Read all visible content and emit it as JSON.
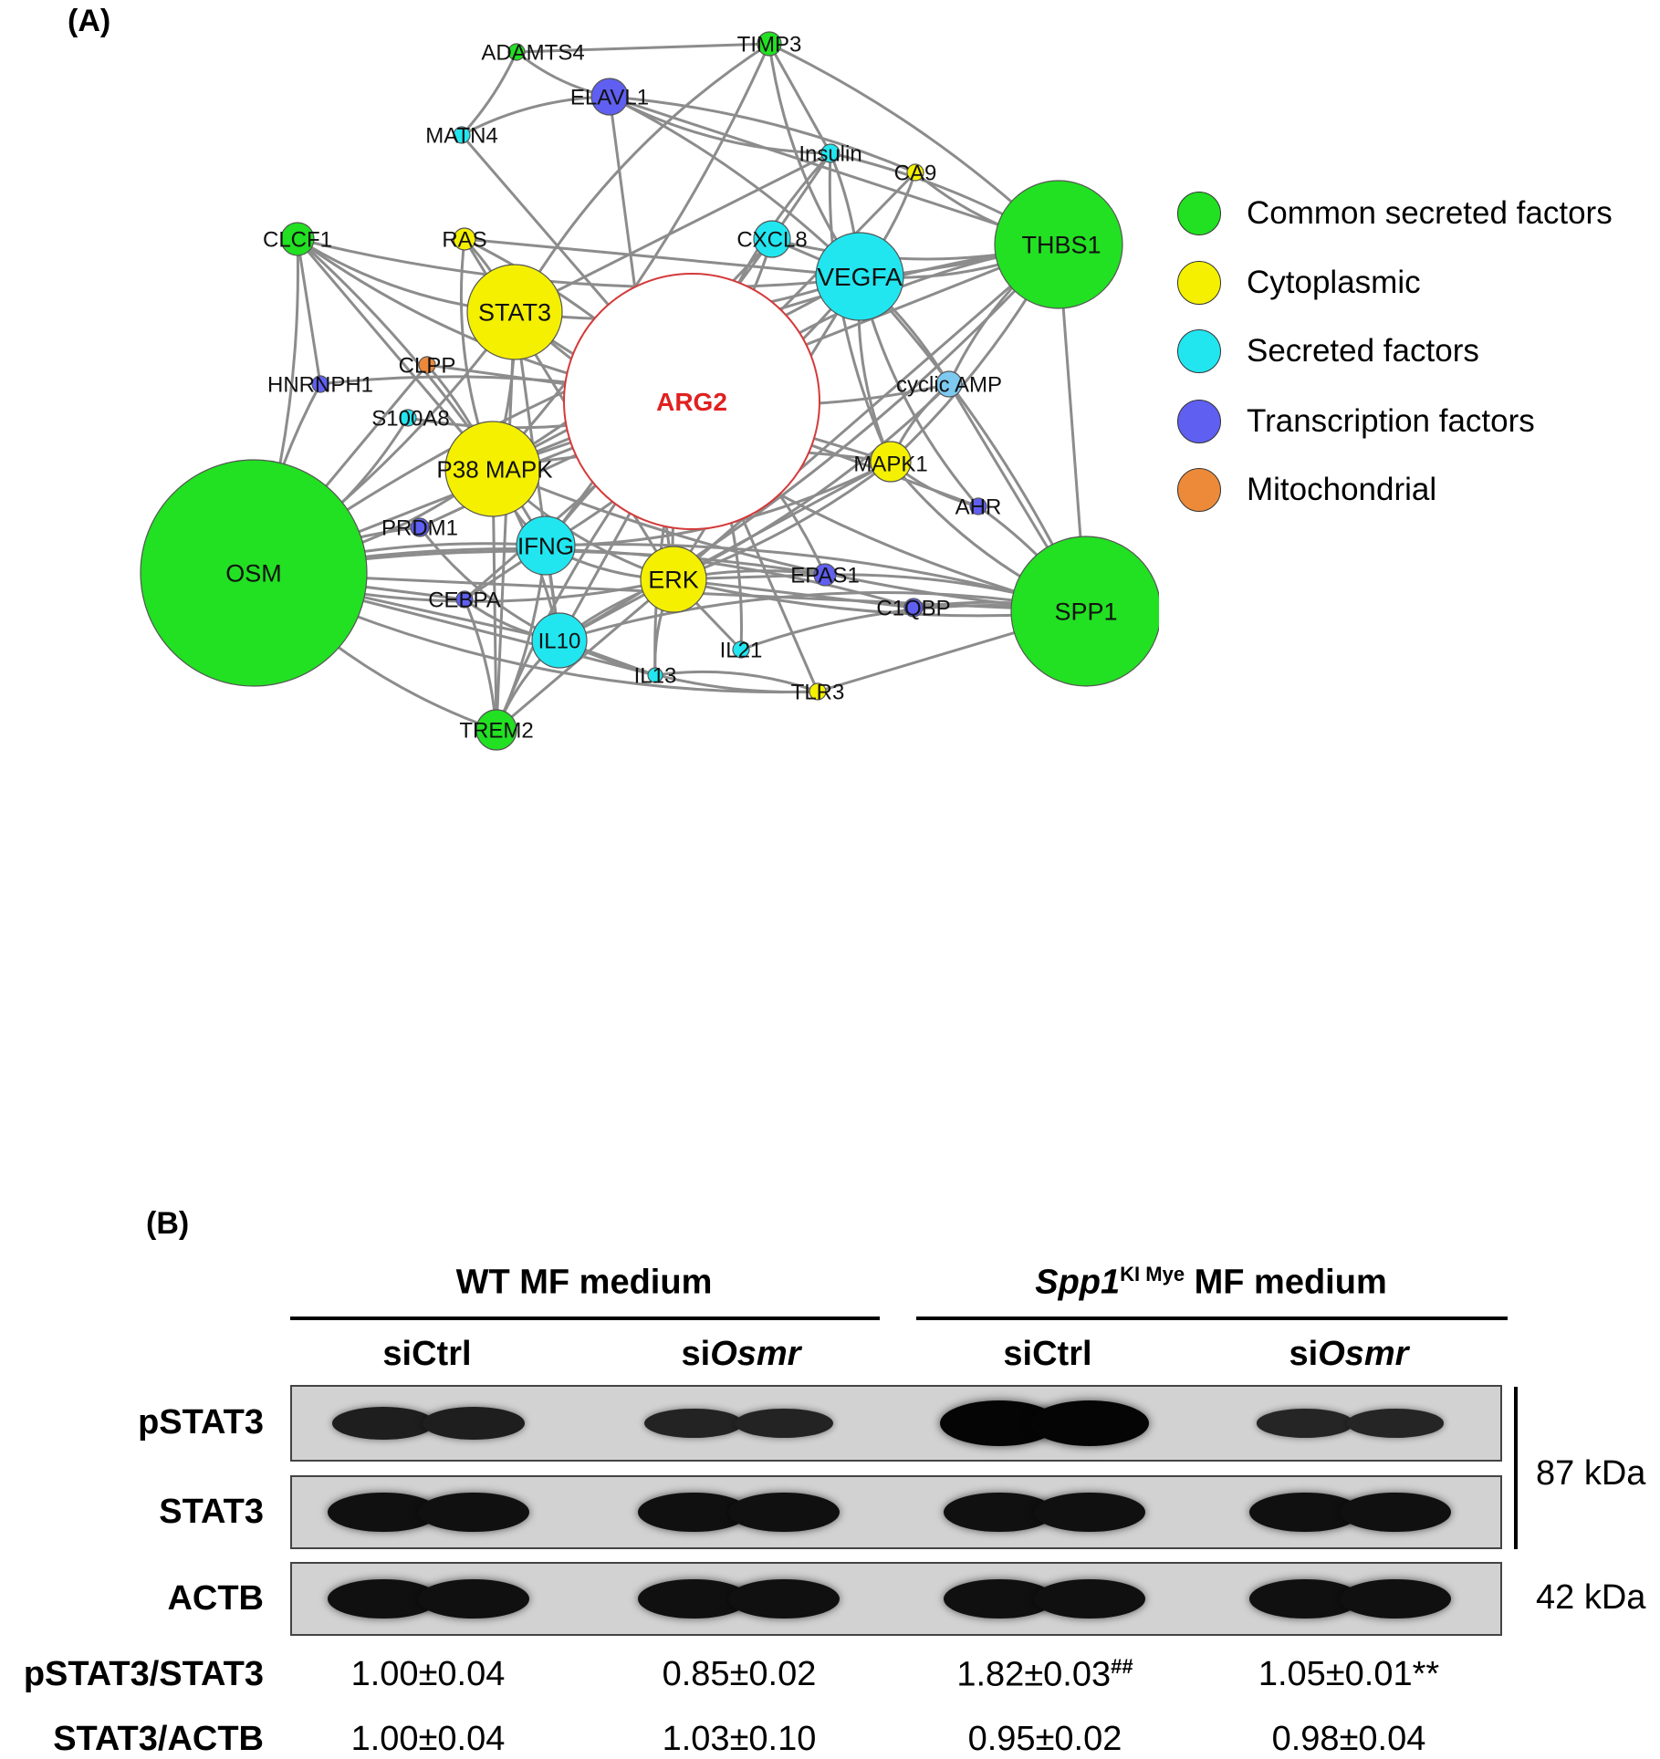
{
  "panel_a": {
    "label": "(A)",
    "center_node": "ARG2",
    "categories": {
      "common": {
        "label": "Common secreted factors",
        "color": "#22e022"
      },
      "cyto": {
        "label": "Cytoplasmic",
        "color": "#f4f000"
      },
      "secreted": {
        "label": "Secreted factors",
        "color": "#21e6f0"
      },
      "tf": {
        "label": "Transcription factors",
        "color": "#5f5ff2"
      },
      "mito": {
        "label": "Mitochondrial",
        "color": "#ec8a3a"
      }
    },
    "nodes": [
      {
        "id": "OSM",
        "label": "OSM",
        "cat": "common"
      },
      {
        "id": "THBS1",
        "label": "THBS1",
        "cat": "common"
      },
      {
        "id": "SPP1",
        "label": "SPP1",
        "cat": "common"
      },
      {
        "id": "TREM2",
        "label": "TREM2",
        "cat": "common"
      },
      {
        "id": "CLCF1",
        "label": "CLCF1",
        "cat": "common"
      },
      {
        "id": "ADAMTS4",
        "label": "ADAMTS4",
        "cat": "common"
      },
      {
        "id": "TIMP3",
        "label": "TIMP3",
        "cat": "common"
      },
      {
        "id": "STAT3",
        "label": "STAT3",
        "cat": "cyto"
      },
      {
        "id": "P38MAPK",
        "label": "P38 MAPK",
        "cat": "cyto"
      },
      {
        "id": "ERK",
        "label": "ERK",
        "cat": "cyto"
      },
      {
        "id": "RAS",
        "label": "RAS",
        "cat": "cyto"
      },
      {
        "id": "MAPK1",
        "label": "MAPK1",
        "cat": "cyto"
      },
      {
        "id": "CA9",
        "label": "CA9",
        "cat": "cyto"
      },
      {
        "id": "TLR3",
        "label": "TLR3",
        "cat": "cyto"
      },
      {
        "id": "VEGFA",
        "label": "VEGFA",
        "cat": "secreted"
      },
      {
        "id": "IFNG",
        "label": "IFNG",
        "cat": "secreted"
      },
      {
        "id": "IL10",
        "label": "IL10",
        "cat": "secreted"
      },
      {
        "id": "CXCL8",
        "label": "CXCL8",
        "cat": "secreted"
      },
      {
        "id": "Insulin",
        "label": "Insulin",
        "cat": "secreted"
      },
      {
        "id": "MATN4",
        "label": "MATN4",
        "cat": "secreted"
      },
      {
        "id": "S100A8",
        "label": "S100A8",
        "cat": "secreted"
      },
      {
        "id": "IL21",
        "label": "IL21",
        "cat": "secreted"
      },
      {
        "id": "IL13",
        "label": "IL13",
        "cat": "secreted"
      },
      {
        "id": "cAMP",
        "label": "cyclic AMP",
        "cat": "secreted"
      },
      {
        "id": "ELAVL1",
        "label": "ELAVL1",
        "cat": "tf"
      },
      {
        "id": "HNRNPH1",
        "label": "HNRNPH1",
        "cat": "tf"
      },
      {
        "id": "PRDM1",
        "label": "PRDM1",
        "cat": "tf"
      },
      {
        "id": "CEBPA",
        "label": "CEBPA",
        "cat": "tf"
      },
      {
        "id": "EPAS1",
        "label": "EPAS1",
        "cat": "tf"
      },
      {
        "id": "C1QBP",
        "label": "C1QBP",
        "cat": "tf"
      },
      {
        "id": "AHR",
        "label": "AHR",
        "cat": "tf"
      },
      {
        "id": "CLPP",
        "label": "CLPP",
        "cat": "mito"
      }
    ],
    "edges": [
      [
        "ADAMTS4",
        "ELAVL1"
      ],
      [
        "ADAMTS4",
        "MATN4"
      ],
      [
        "ADAMTS4",
        "TIMP3"
      ],
      [
        "ELAVL1",
        "Insulin"
      ],
      [
        "ELAVL1",
        "CA9"
      ],
      [
        "ELAVL1",
        "THBS1"
      ],
      [
        "ELAVL1",
        "MATN4"
      ],
      [
        "ELAVL1",
        "VEGFA"
      ],
      [
        "ELAVL1",
        "ERK"
      ],
      [
        "TIMP3",
        "VEGFA"
      ],
      [
        "TIMP3",
        "THBS1"
      ],
      [
        "TIMP3",
        "Insulin"
      ],
      [
        "TIMP3",
        "STAT3"
      ],
      [
        "TIMP3",
        "P38MAPK"
      ],
      [
        "MATN4",
        "ARG2"
      ],
      [
        "Insulin",
        "ARG2"
      ],
      [
        "Insulin",
        "VEGFA"
      ],
      [
        "Insulin",
        "CXCL8"
      ],
      [
        "Insulin",
        "MAPK1"
      ],
      [
        "Insulin",
        "THBS1"
      ],
      [
        "Insulin",
        "STAT3"
      ],
      [
        "CA9",
        "THBS1"
      ],
      [
        "CA9",
        "VEGFA"
      ],
      [
        "CA9",
        "ARG2"
      ],
      [
        "CLCF1",
        "STAT3"
      ],
      [
        "CLCF1",
        "OSM"
      ],
      [
        "CLCF1",
        "P38MAPK"
      ],
      [
        "CLCF1",
        "ARG2"
      ],
      [
        "CLCF1",
        "IFNG"
      ],
      [
        "CLCF1",
        "HNRNPH1"
      ],
      [
        "CLCF1",
        "THBS1"
      ],
      [
        "RAS",
        "ARG2"
      ],
      [
        "RAS",
        "ERK"
      ],
      [
        "RAS",
        "P38MAPK"
      ],
      [
        "RAS",
        "STAT3"
      ],
      [
        "RAS",
        "VEGFA"
      ],
      [
        "STAT3",
        "ARG2"
      ],
      [
        "STAT3",
        "OSM"
      ],
      [
        "STAT3",
        "IL10"
      ],
      [
        "STAT3",
        "VEGFA"
      ],
      [
        "STAT3",
        "P38MAPK"
      ],
      [
        "STAT3",
        "TREM2"
      ],
      [
        "STAT3",
        "SPP1"
      ],
      [
        "CXCL8",
        "ARG2"
      ],
      [
        "CXCL8",
        "VEGFA"
      ],
      [
        "CXCL8",
        "THBS1"
      ],
      [
        "CXCL8",
        "P38MAPK"
      ],
      [
        "CXCL8",
        "IFNG"
      ],
      [
        "VEGFA",
        "THBS1"
      ],
      [
        "VEGFA",
        "SPP1"
      ],
      [
        "VEGFA",
        "P38MAPK"
      ],
      [
        "VEGFA",
        "MAPK1"
      ],
      [
        "VEGFA",
        "cAMP"
      ],
      [
        "VEGFA",
        "ERK"
      ],
      [
        "VEGFA",
        "AHR"
      ],
      [
        "VEGFA",
        "IFNG"
      ],
      [
        "THBS1",
        "SPP1"
      ],
      [
        "THBS1",
        "OSM"
      ],
      [
        "THBS1",
        "MAPK1"
      ],
      [
        "THBS1",
        "ERK"
      ],
      [
        "THBS1",
        "cAMP"
      ],
      [
        "THBS1",
        "IL10"
      ],
      [
        "THBS1",
        "P38MAPK"
      ],
      [
        "THBS1",
        "ARG2"
      ],
      [
        "cAMP",
        "ARG2"
      ],
      [
        "cAMP",
        "SPP1"
      ],
      [
        "cAMP",
        "MAPK1"
      ],
      [
        "cAMP",
        "ERK"
      ],
      [
        "MAPK1",
        "ARG2"
      ],
      [
        "MAPK1",
        "SPP1"
      ],
      [
        "MAPK1",
        "ERK"
      ],
      [
        "MAPK1",
        "IL10"
      ],
      [
        "MAPK1",
        "AHR"
      ],
      [
        "AHR",
        "SPP1"
      ],
      [
        "AHR",
        "ARG2"
      ],
      [
        "EPAS1",
        "ARG2"
      ],
      [
        "EPAS1",
        "SPP1"
      ],
      [
        "EPAS1",
        "ERK"
      ],
      [
        "C1QBP",
        "OSM"
      ],
      [
        "C1QBP",
        "SPP1"
      ],
      [
        "SPP1",
        "OSM"
      ],
      [
        "SPP1",
        "IL10"
      ],
      [
        "SPP1",
        "ERK"
      ],
      [
        "SPP1",
        "TLR3"
      ],
      [
        "SPP1",
        "IL21"
      ],
      [
        "SPP1",
        "P38MAPK"
      ],
      [
        "OSM",
        "ARG2"
      ],
      [
        "OSM",
        "P38MAPK"
      ],
      [
        "OSM",
        "IFNG"
      ],
      [
        "OSM",
        "IL10"
      ],
      [
        "OSM",
        "ERK"
      ],
      [
        "OSM",
        "HNRNPH1"
      ],
      [
        "OSM",
        "CLPP"
      ],
      [
        "OSM",
        "S100A8"
      ],
      [
        "OSM",
        "PRDM1"
      ],
      [
        "OSM",
        "CEBPA"
      ],
      [
        "OSM",
        "TREM2"
      ],
      [
        "OSM",
        "EPAS1"
      ],
      [
        "OSM",
        "IL13"
      ],
      [
        "OSM",
        "TLR3"
      ],
      [
        "HNRNPH1",
        "ARG2"
      ],
      [
        "CLPP",
        "ARG2"
      ],
      [
        "S100A8",
        "ARG2"
      ],
      [
        "CLPP",
        "P38MAPK"
      ],
      [
        "P38MAPK",
        "ARG2"
      ],
      [
        "P38MAPK",
        "IFNG"
      ],
      [
        "P38MAPK",
        "IL10"
      ],
      [
        "P38MAPK",
        "TREM2"
      ],
      [
        "P38MAPK",
        "ERK"
      ],
      [
        "P38MAPK",
        "MAPK1"
      ],
      [
        "PRDM1",
        "ARG2"
      ],
      [
        "PRDM1",
        "IL10"
      ],
      [
        "IFNG",
        "ARG2"
      ],
      [
        "IFNG",
        "IL10"
      ],
      [
        "IFNG",
        "ERK"
      ],
      [
        "IFNG",
        "TREM2"
      ],
      [
        "IFNG",
        "CEBPA"
      ],
      [
        "IFNG",
        "MAPK1"
      ],
      [
        "IFNG",
        "SPP1"
      ],
      [
        "CEBPA",
        "ARG2"
      ],
      [
        "CEBPA",
        "IL10"
      ],
      [
        "CEBPA",
        "TREM2"
      ],
      [
        "IL10",
        "ARG2"
      ],
      [
        "IL10",
        "TREM2"
      ],
      [
        "IL10",
        "ERK"
      ],
      [
        "IL10",
        "IL13"
      ],
      [
        "IL10",
        "TLR3"
      ],
      [
        "ERK",
        "ARG2"
      ],
      [
        "ERK",
        "IL21"
      ],
      [
        "ERK",
        "IL13"
      ],
      [
        "ERK",
        "EPAS1"
      ],
      [
        "ERK",
        "C1QBP"
      ],
      [
        "IL21",
        "ARG2"
      ],
      [
        "IL13",
        "ARG2"
      ],
      [
        "TLR3",
        "ARG2"
      ],
      [
        "TLR3",
        "IL13"
      ],
      [
        "TREM2",
        "ARG2"
      ],
      [
        "TREM2",
        "ERK"
      ]
    ]
  },
  "panel_b": {
    "label": "(B)",
    "groups": [
      {
        "pre": "",
        "italic": "",
        "sup": "",
        "post": "WT MF medium"
      },
      {
        "pre": "",
        "italic": "Spp1",
        "sup": "KI Mye",
        "post": " MF medium"
      }
    ],
    "subgroups": [
      {
        "pre": "siCtrl",
        "italic": ""
      },
      {
        "pre": "si",
        "italic": "Osmr"
      },
      {
        "pre": "siCtrl",
        "italic": ""
      },
      {
        "pre": "si",
        "italic": "Osmr"
      }
    ],
    "blots": [
      {
        "label": "pSTAT3",
        "intensity": [
          0.55,
          0.55,
          0.45,
          0.45,
          1.0,
          1.0,
          0.42,
          0.42
        ]
      },
      {
        "label": "STAT3",
        "intensity": [
          0.8,
          0.8,
          0.8,
          0.8,
          0.8,
          0.8,
          0.8,
          0.8
        ]
      },
      {
        "label": "ACTB",
        "intensity": [
          0.8,
          0.8,
          0.8,
          0.8,
          0.8,
          0.8,
          0.8,
          0.8
        ]
      }
    ],
    "kda": [
      "87 kDa",
      "42 kDa"
    ],
    "quant_rows": [
      {
        "label": "pSTAT3/STAT3",
        "values": [
          {
            "text": "1.00±0.04",
            "sup": ""
          },
          {
            "text": "0.85±0.02",
            "sup": ""
          },
          {
            "text": "1.82±0.03",
            "sup": "##"
          },
          {
            "text": "1.05±0.01**",
            "sup": ""
          }
        ]
      },
      {
        "label": "STAT3/ACTB",
        "values": [
          {
            "text": "1.00±0.04",
            "sup": ""
          },
          {
            "text": "1.03±0.10",
            "sup": ""
          },
          {
            "text": "0.95±0.02",
            "sup": ""
          },
          {
            "text": "0.98±0.04",
            "sup": ""
          }
        ]
      }
    ]
  }
}
